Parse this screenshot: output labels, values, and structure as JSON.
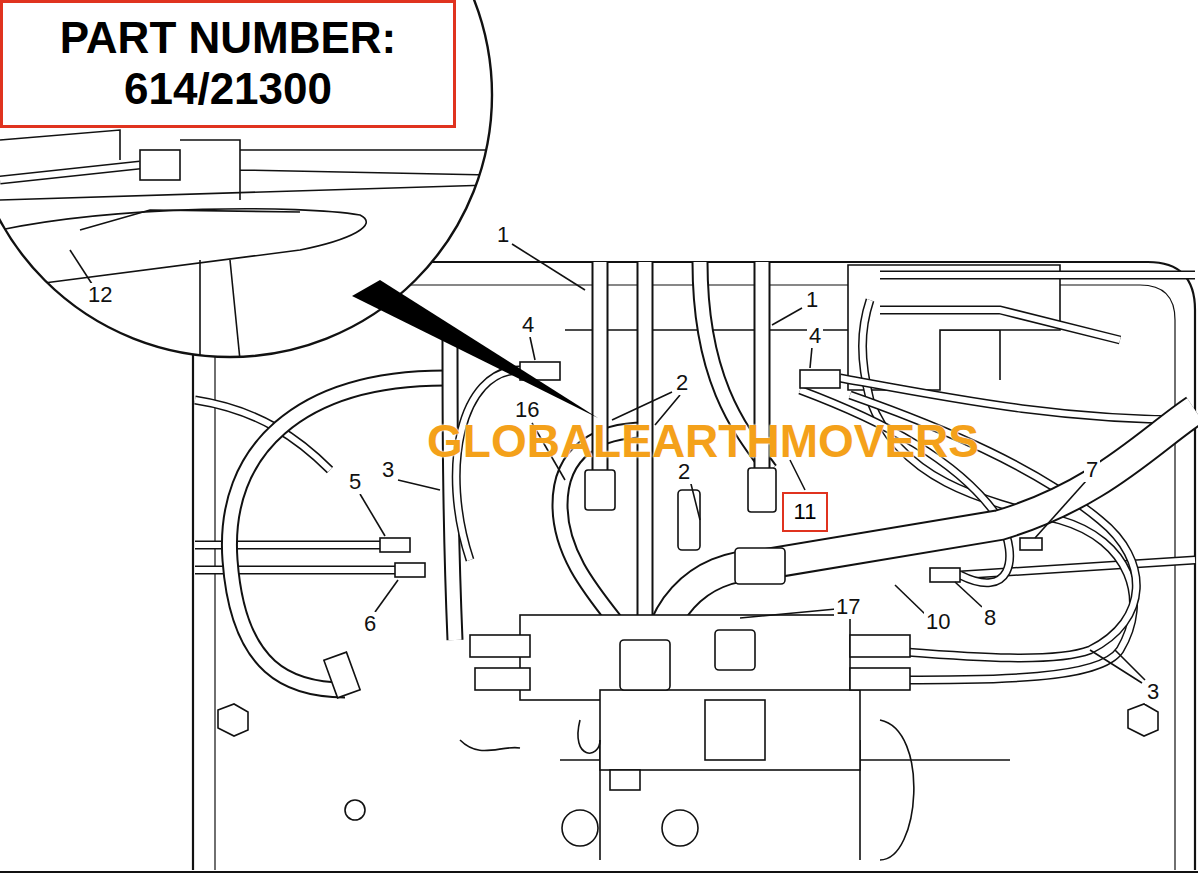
{
  "diagram": {
    "nodes": [
      {
        "text": [
          "PART NUMBER: 614/21300"
        ]
      },
      {
        "text": [
          "11"
        ]
      }
    ],
    "labels": [
      "12",
      "1",
      "1",
      "4",
      "4",
      "2",
      "16",
      "2",
      "GLOBALEARTHMOVERS",
      "3",
      "7",
      "5",
      "17",
      "10",
      "8",
      "6",
      "3"
    ]
  }
}
